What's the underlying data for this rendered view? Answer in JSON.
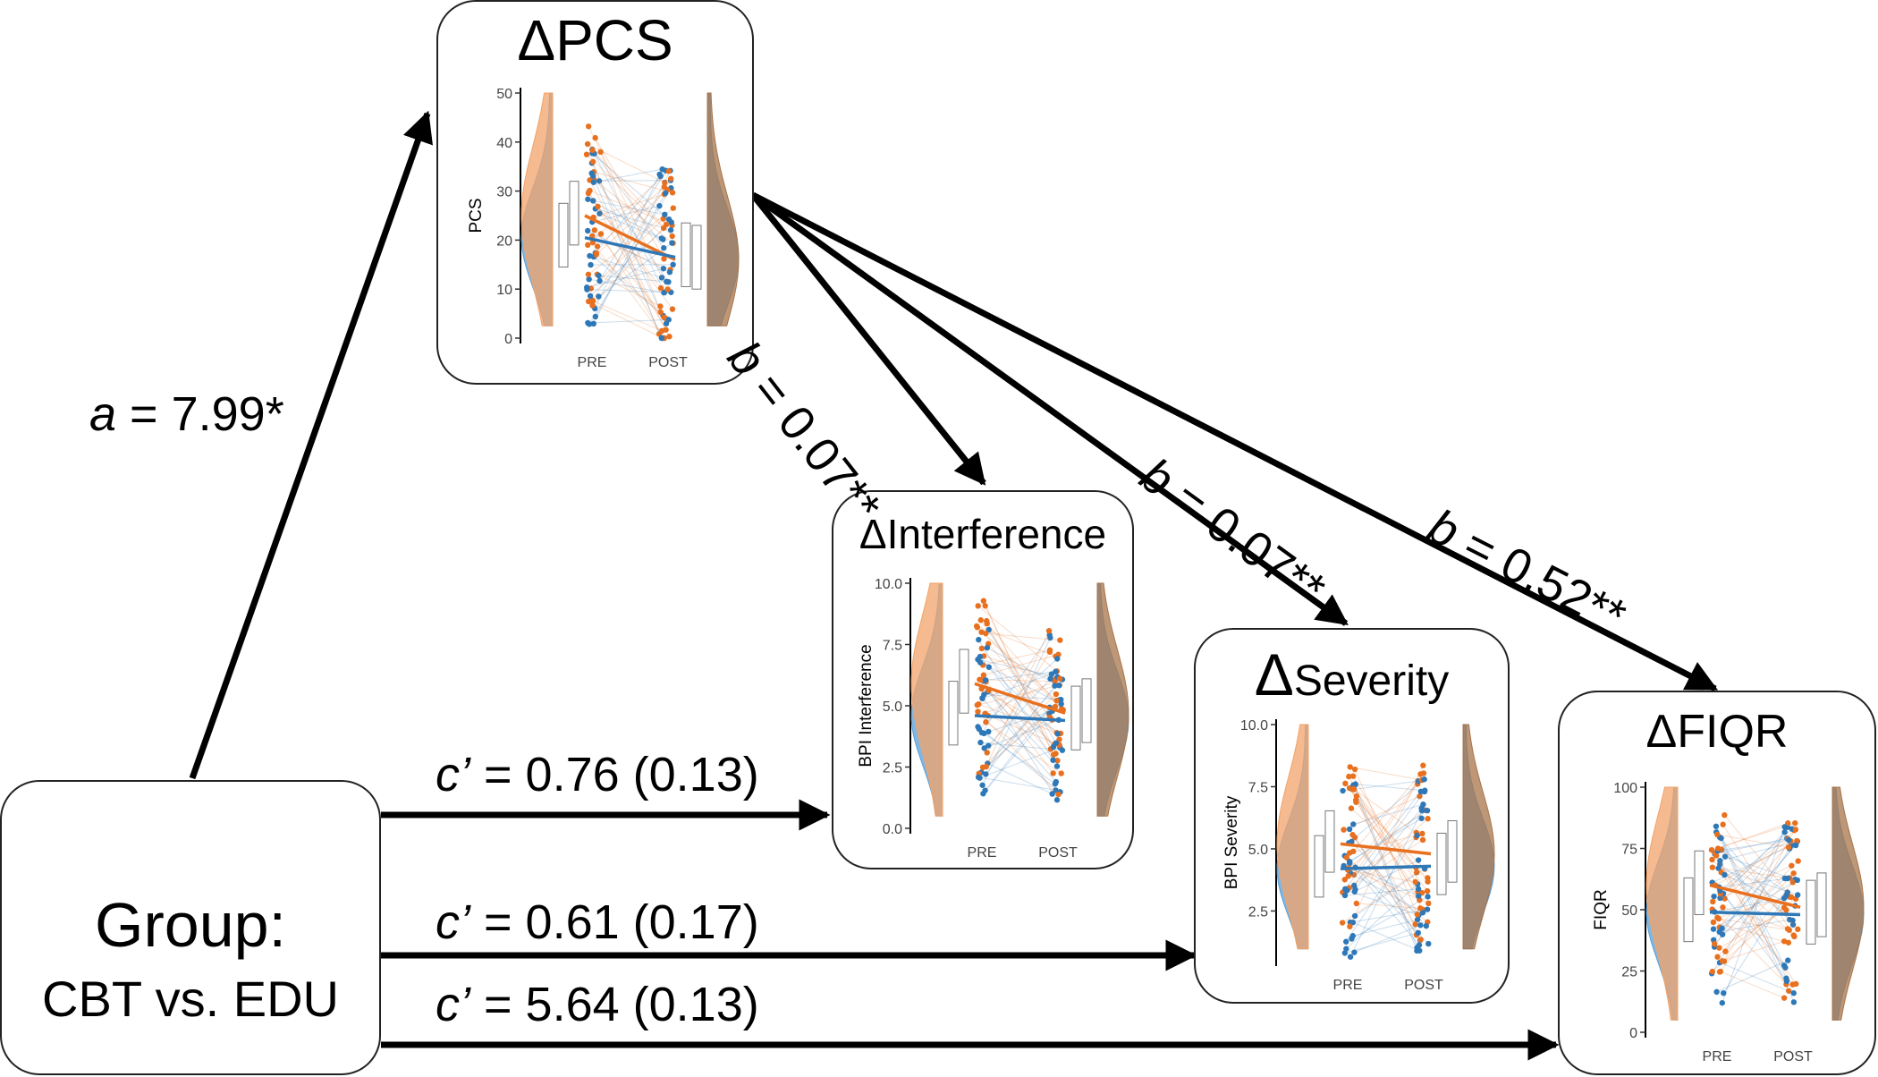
{
  "colors": {
    "cbt": "#e8701f",
    "cbt_fill": "#f2a36a",
    "edu": "#2e78b8",
    "edu_fill": "#5a9fd6",
    "overlap": "#a8744a",
    "arrow": "#000000"
  },
  "group_box": {
    "title": "Group:",
    "subtitle": "CBT vs. EDU"
  },
  "mediator": {
    "title": "ΔPCS",
    "chart": {
      "ylabel": "PCS",
      "yticks": [
        "0",
        "10",
        "20",
        "30",
        "40",
        "50"
      ],
      "ymin": 0,
      "ymax": 50,
      "xticks": [
        "PRE",
        "POST"
      ],
      "mean_lines": {
        "CBT": [
          25,
          16
        ],
        "EDU": [
          20.5,
          16.5
        ]
      }
    }
  },
  "outcomes": [
    {
      "key": "interference",
      "title": "ΔInterference",
      "chart": {
        "ylabel": "BPI  Interference",
        "yticks": [
          "0.0",
          "2.5",
          "5.0",
          "7.5",
          "10.0"
        ],
        "ymin": 0,
        "ymax": 10,
        "xticks": [
          "PRE",
          "POST"
        ],
        "mean_lines": {
          "CBT": [
            5.9,
            4.7
          ],
          "EDU": [
            4.6,
            4.4
          ]
        }
      }
    },
    {
      "key": "severity",
      "title": "ΔSeverity",
      "title_delta": "Δ",
      "title_rest": "Severity",
      "chart": {
        "ylabel": "BPI  Severity",
        "yticks": [
          "2.5",
          "5.0",
          "7.5",
          "10.0"
        ],
        "ymin": 0.5,
        "ymax": 10,
        "xticks": [
          "PRE",
          "POST"
        ],
        "mean_lines": {
          "CBT": [
            5.2,
            4.8
          ],
          "EDU": [
            4.2,
            4.3
          ]
        }
      }
    },
    {
      "key": "fiqr",
      "title": "ΔFIQR",
      "chart": {
        "ylabel": "FIQR",
        "yticks": [
          "0",
          "25",
          "50",
          "75",
          "100"
        ],
        "ymin": 0,
        "ymax": 100,
        "xticks": [
          "PRE",
          "POST"
        ],
        "mean_lines": {
          "CBT": [
            60,
            51
          ],
          "EDU": [
            49,
            48
          ]
        }
      }
    }
  ],
  "paths": {
    "a": {
      "letter": "a",
      "rest": " = 7.99*"
    },
    "b": [
      {
        "letter": "b",
        "rest": " = 0.07**"
      },
      {
        "letter": "b",
        "rest": " = 0.07**"
      },
      {
        "letter": "b",
        "rest": " = 0.52**"
      }
    ],
    "c": [
      {
        "letter": "c’",
        "rest": " = 0.76 (0.13)"
      },
      {
        "letter": "c’",
        "rest": " = 0.61 (0.17)"
      },
      {
        "letter": "c’",
        "rest": " = 5.64 (0.13)"
      }
    ]
  }
}
